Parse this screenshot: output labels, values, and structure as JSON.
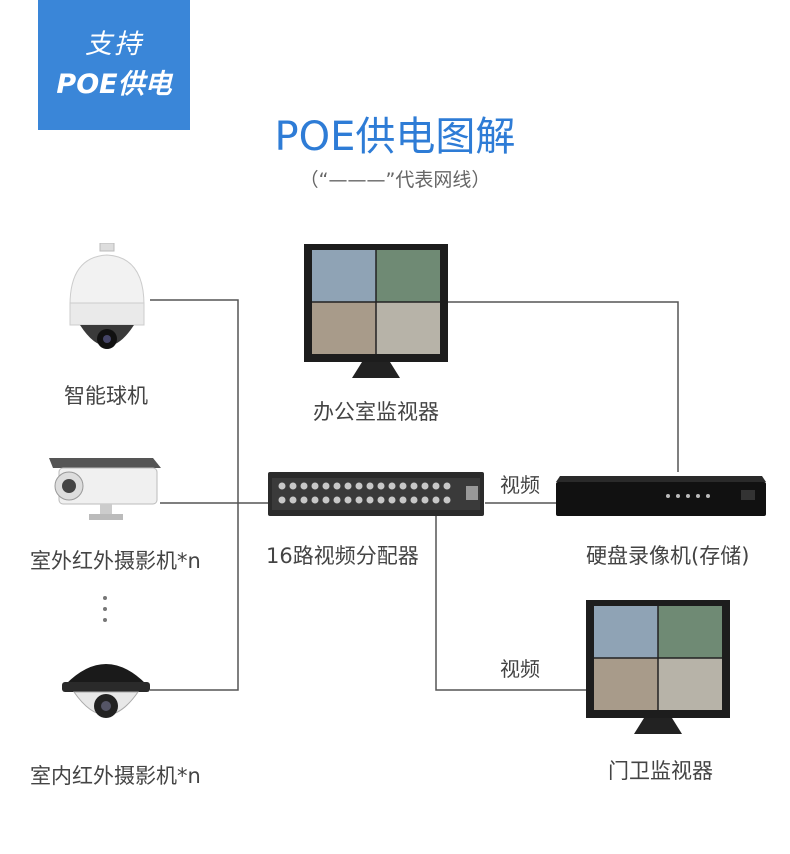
{
  "badge": {
    "line1": "支持",
    "line2": "POE供电"
  },
  "title": "POE供电图解",
  "legend": "（“———”代表网线）",
  "devices": {
    "ptz_camera": "智能球机",
    "outdoor_ir_camera": "室外红外摄影机*n",
    "indoor_ir_camera": "室内红外摄影机*n",
    "office_monitor": "办公室监视器",
    "splitter": "16路视频分配器",
    "dvr": "硬盘录像机(存储)",
    "gate_monitor": "门卫监视器"
  },
  "links": {
    "video_to_dvr": "视频",
    "video_to_gate": "视频"
  },
  "colors": {
    "accent": "#3a86d8",
    "title": "#2e7cd6",
    "wire": "#555555"
  }
}
